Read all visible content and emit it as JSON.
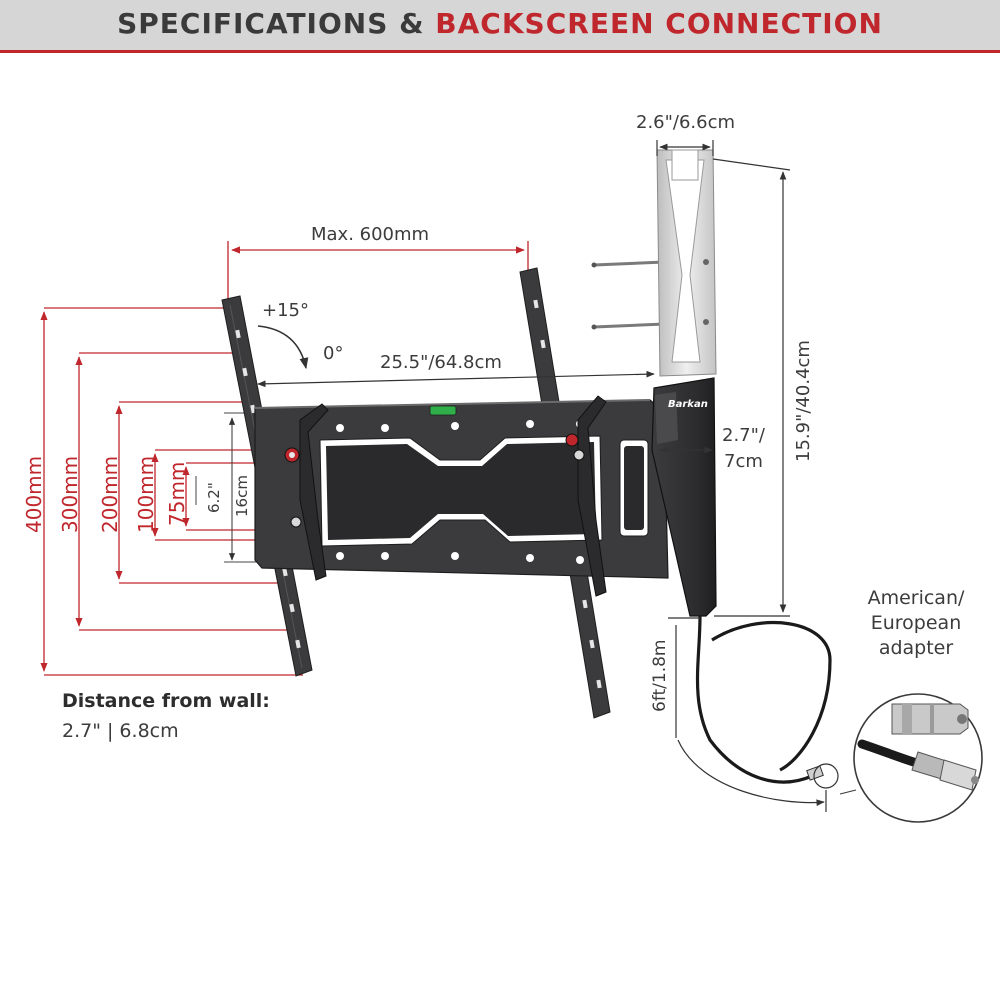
{
  "header": {
    "title_part1": "SPECIFICATIONS &",
    "title_part2": "BACKSCREEN CONNECTION"
  },
  "dimensions": {
    "max_width": "Max. 600mm",
    "tilt_max": "+15°",
    "tilt_min": "0°",
    "width": "25.5\"/64.8cm",
    "antenna_width": "2.6\"/6.6cm",
    "antenna_height": "15.9\"/40.4cm",
    "antenna_depth_line1": "2.7\"/",
    "antenna_depth_line2": "7cm",
    "cable_length": "6ft/1.8m",
    "rail_length": "16cm",
    "rail_length_in": "6.2\"",
    "vesa_heights": [
      "400mm",
      "300mm",
      "200mm",
      "100mm",
      "75mm"
    ]
  },
  "adapter_label": "American/ European adapter",
  "logo_text": "Barkan",
  "wall_distance": {
    "title": "Distance from wall:",
    "value": "2.7\" | 6.8cm"
  },
  "colors": {
    "accent": "#c0272d",
    "bracket": "#3b3b3d",
    "header_bg": "#d6d6d6",
    "text": "#3c3c3c",
    "level": "#2fae4a"
  }
}
